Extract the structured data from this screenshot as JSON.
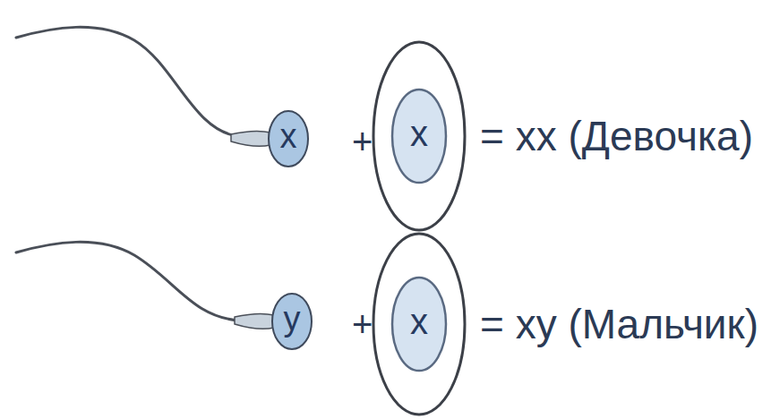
{
  "diagram": {
    "nodes": [
      {
        "text": [
          "x"
        ]
      },
      {
        "text": [
          "x"
        ]
      },
      {
        "text": [
          "y"
        ]
      },
      {
        "text": [
          "x"
        ]
      }
    ],
    "labels": [
      "+",
      "= xx (Девочка)",
      "+",
      "= xy (Мальчик)"
    ]
  }
}
